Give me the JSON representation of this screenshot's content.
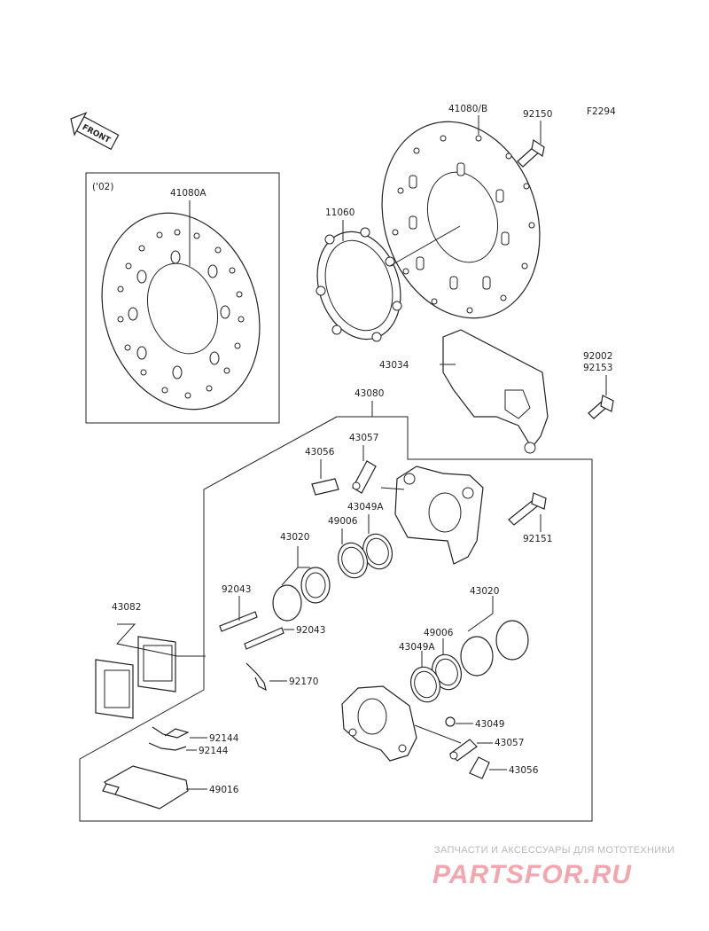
{
  "figure_code": "F2294",
  "front_label": "FRONT",
  "variant_note": "('02)",
  "watermark": {
    "tagline": "ЗАПЧАСТИ И АКСЕССУАРЫ ДЛЯ МОТОТЕХНИКИ",
    "logo": "PARTSFOR.RU"
  },
  "callouts": {
    "c41080b": "41080/B",
    "c92150": "92150",
    "c41080a": "41080A",
    "c11060": "11060",
    "c43034": "43034",
    "c92002": "92002",
    "c92153": "92153",
    "c43080": "43080",
    "c43057a": "43057",
    "c43056a": "43056",
    "c43049a1": "43049A",
    "c49006a": "49006",
    "c43020a": "43020",
    "c92151": "92151",
    "c43020b": "43020",
    "c92043a": "92043",
    "c43082": "43082",
    "c92043b": "92043",
    "c49006b": "49006",
    "c43049a2": "43049A",
    "c92170": "92170",
    "c43049": "43049",
    "c92144a": "92144",
    "c43057b": "43057",
    "c92144b": "92144",
    "c43056b": "43056",
    "c49016": "49016"
  }
}
